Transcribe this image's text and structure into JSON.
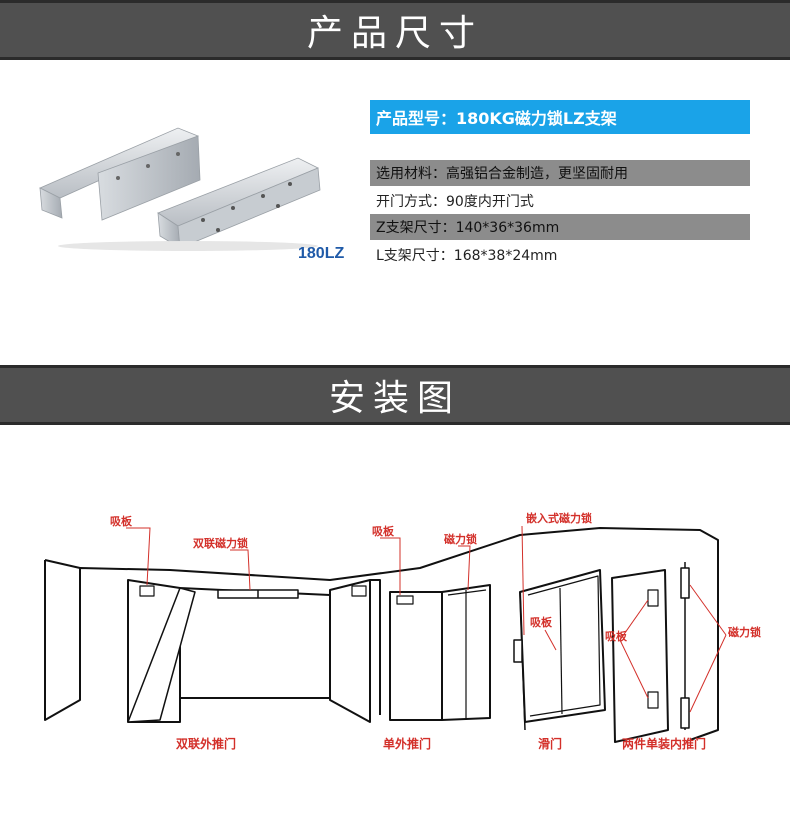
{
  "sections": {
    "product_size_title": "产品尺寸",
    "install_title": "安装图"
  },
  "product": {
    "model_code": "180LZ",
    "spec_title": "产品型号：180KG磁力锁LZ支架",
    "specs": [
      "选用材料：高强铝合金制造，更坚固耐用",
      "开门方式：90度内开门式",
      "Z支架尺寸：140*36*36mm",
      "L支架尺寸：168*38*24mm"
    ]
  },
  "diagram": {
    "labels": {
      "plate_1": "吸板",
      "double_lock": "双联磁力锁",
      "plate_2": "吸板",
      "lock_single": "磁力锁",
      "embedded_lock": "嵌入式磁力锁",
      "plate_slide": "吸板",
      "plate_4": "吸板",
      "lock_4": "磁力锁"
    },
    "captions": {
      "double_out": "双联外推门",
      "single_out": "单外推门",
      "sliding": "滑门",
      "double_in": "两件单装内推门"
    }
  },
  "colors": {
    "banner_bg": "#505050",
    "spec_title_bg": "#1aa3e8",
    "spec_shaded_bg": "#8c8c8c",
    "annotation_red": "#d3302a",
    "model_code_blue": "#1f5aa8"
  }
}
